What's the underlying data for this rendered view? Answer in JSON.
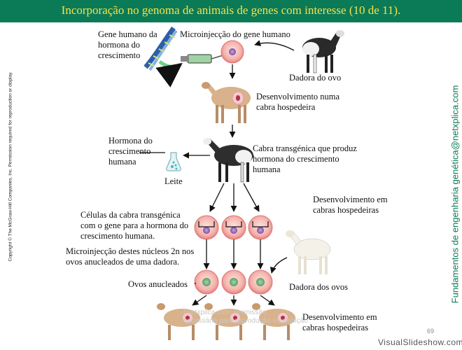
{
  "header": {
    "title": "Incorporação no genoma de animais de genes com interesse (10 de 11).",
    "bar_color": "#0b7a57",
    "title_color": "#f6e24a"
  },
  "labels": {
    "gene_humano": "Gene humano da\nhormona do\ncrescimento",
    "microinjeccao": "Microinjecção do gene humano",
    "dadora_ovo": "Dadora do ovo",
    "desenvolvimento_cabra": "Desenvolvimento numa\ncabra hospedeira",
    "hormona_humana": "Hormona do\ncrescimento\nhumana",
    "leite": "Leite",
    "cabra_transgenica": "Cabra transgénica que produz\nhormona do crescimento\nhumana",
    "desenvolvimento_em": "Desenvolvimento em\ncabras hospedeiras",
    "celulas": "Células da cabra transgénica\ncom o gene para a hormona do\ncrescimento humana.",
    "microinjeccao_nucleos": "Microinjecção destes núcleos 2n nos\novos anucleados de uma dadora.",
    "ovos_anucleados": "Ovos anucleados",
    "dadora_ovos": "Dadora dos ovos",
    "desenvolvimento_final": "Desenvolvimento em\ncabras hospedeiras"
  },
  "side": {
    "copyright": "Copyright © The McGraw-Hill Companies, Inc. Permission required for reproduction or display.",
    "brand": "Fundamentos de engenharia genética@netxplica.com"
  },
  "footer": {
    "page_number": "69",
    "watermark": "VisualSlideshow.com",
    "faint_text": "t netxplica.com: permissão\nnecessária para reprodução ou exibição"
  },
  "icons": {
    "dna": "dna-helix-icon",
    "syringe": "syringe-icon",
    "flask": "flask-icon"
  }
}
